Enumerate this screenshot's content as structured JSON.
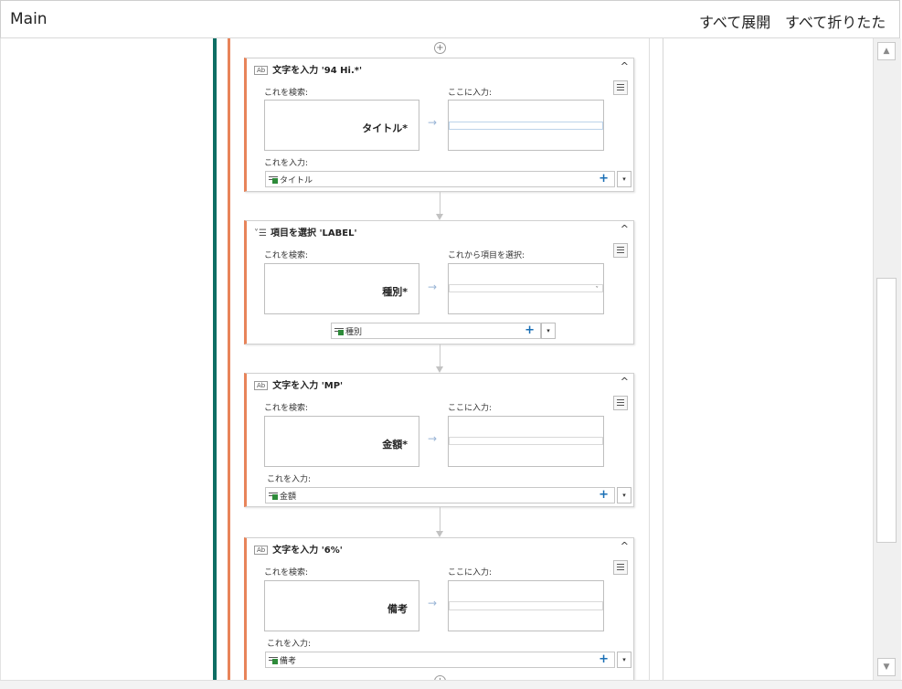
{
  "header": {
    "title": "Main",
    "expand_all": "すべて展開",
    "collapse_all": "すべて折りたたみ"
  },
  "scrollbar": {
    "up_arrow_icon": "triangle-up",
    "down_arrow_icon": "triangle-down"
  },
  "icons": {
    "type_into_icon": "Ab",
    "select_item_icon": "˅☰",
    "collapse_icon": "^",
    "add_icon": "+",
    "dropdown_icon": "▾",
    "arrow_right": "→",
    "plus_circle": "+"
  },
  "colors": {
    "sequence_teal": "#0e6e64",
    "activity_accent": "#e8845a",
    "add_blue": "#1a6fb5",
    "variable_green": "#2e8b3a"
  },
  "activities": [
    {
      "title": "文字を入力 '94 Hi.*'",
      "find_label": "これを検索:",
      "target": "タイトル*",
      "dest_label": "ここに入力:",
      "input_label": "これを入力:",
      "variable": "タイトル"
    },
    {
      "title": "項目を選択 'LABEL'",
      "find_label": "これを検索:",
      "target": "種別*",
      "dest_label": "これから項目を選択:",
      "variable": "種別"
    },
    {
      "title": "文字を入力 'MP'",
      "find_label": "これを検索:",
      "target": "金額*",
      "dest_label": "ここに入力:",
      "input_label": "これを入力:",
      "variable": "金額"
    },
    {
      "title": "文字を入力 '6%'",
      "find_label": "これを検索:",
      "target": "備考",
      "dest_label": "ここに入力:",
      "input_label": "これを入力:",
      "variable": "備考"
    }
  ]
}
